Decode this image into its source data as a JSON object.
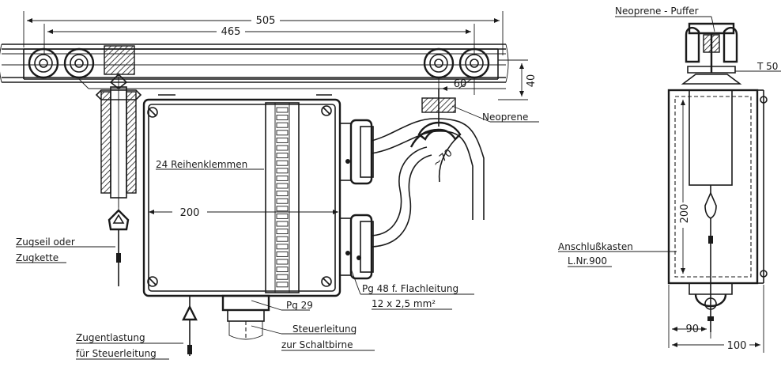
{
  "dimensions": {
    "d505": "505",
    "d465": "465",
    "d60": "60",
    "d40": "40",
    "d200_box": "200",
    "d_angle70": "~70",
    "d200_side": "200",
    "d90": "90",
    "d100": "100"
  },
  "labels": {
    "neoprene_puffer": "Neoprene - Puffer",
    "t50": "T 50",
    "neoprene": "Neoprene",
    "reihenklemmen": "24 Reihenklemmen",
    "zugseil_line1": "Zugseil oder",
    "zugseil_line2": "Zugkette",
    "anschluss_line1": "Anschlußkasten",
    "anschluss_line2": "L.Nr.900",
    "pg48_line1": "Pg 48 f. Flachleitung",
    "pg48_line2": "12 x 2,5 mm²",
    "pg29": "Pg 29",
    "steuer_line1": "Steuerleitung",
    "steuer_line2": "zur Schaltbirne",
    "zugent_line1": "Zugentlastung",
    "zugent_line2": "für Steuerleitung"
  }
}
